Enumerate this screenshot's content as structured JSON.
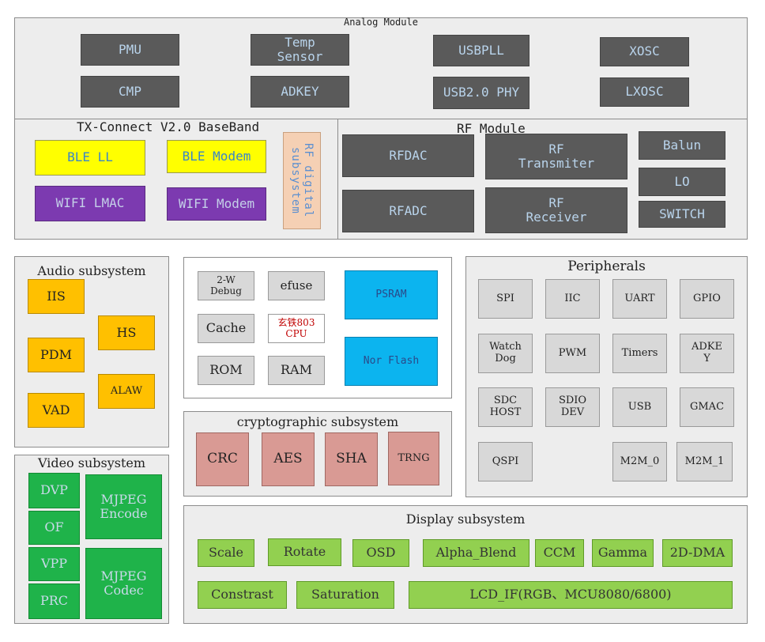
{
  "analog": {
    "title": "Analog Module",
    "pmu": "PMU",
    "temp": "Temp\nSensor",
    "usbpll": "USBPLL",
    "xosc": "XOSC",
    "cmp": "CMP",
    "adkey": "ADKEY",
    "usbphy": "USB2.0 PHY",
    "lxosc": "LXOSC"
  },
  "baseband": {
    "title": "TX-Connect V2.0 BaseBand",
    "ble_ll": "BLE LL",
    "ble_modem": "BLE Modem",
    "wifi_lmac": "WIFI LMAC",
    "wifi_modem": "WIFI Modem",
    "rf_digital": "RF digital\nsubsystem"
  },
  "rf": {
    "title": "RF Module",
    "rfdac": "RFDAC",
    "rf_tx": "RF\nTransmiter",
    "balun": "Balun",
    "lo": "LO",
    "rfadc": "RFADC",
    "rf_rx": "RF\nReceiver",
    "switch": "SWITCH"
  },
  "audio": {
    "title": "Audio subsystem",
    "iis": "IIS",
    "hs": "HS",
    "pdm": "PDM",
    "alaw": "ALAW",
    "vad": "VAD"
  },
  "core": {
    "dbg": "2-W\nDebug",
    "efuse": "efuse",
    "psram": "PSRAM",
    "cache": "Cache",
    "cpu": "玄铁803\nCPU",
    "rom": "ROM",
    "ram": "RAM",
    "nor": "Nor Flash"
  },
  "periph": {
    "title": "Peripherals",
    "spi": "SPI",
    "iic": "IIC",
    "uart": "UART",
    "gpio": "GPIO",
    "wdog": "Watch\nDog",
    "pwm": "PWM",
    "timers": "Timers",
    "adkey": "ADKE\nY",
    "sdc": "SDC\nHOST",
    "sdio": "SDIO\nDEV",
    "usb": "USB",
    "gmac": "GMAC",
    "qspi": "QSPI",
    "m2m0": "M2M_0",
    "m2m1": "M2M_1"
  },
  "crypto": {
    "title": "cryptographic subsystem",
    "crc": "CRC",
    "aes": "AES",
    "sha": "SHA",
    "trng": "TRNG"
  },
  "video": {
    "title": "Video subsystem",
    "dvp": "DVP",
    "of": "OF",
    "vpp": "VPP",
    "prc": "PRC",
    "enc": "MJPEG\nEncode",
    "codec": "MJPEG\nCodec"
  },
  "display": {
    "title": "Display subsystem",
    "scale": "Scale",
    "rotate": "Rotate",
    "osd": "OSD",
    "alpha": "Alpha_Blend",
    "ccm": "CCM",
    "gamma": "Gamma",
    "dma": "2D-DMA",
    "constrast": "Constrast",
    "saturation": "Saturation",
    "lcd": "LCD_IF(RGB、MCU8080/6800)"
  }
}
